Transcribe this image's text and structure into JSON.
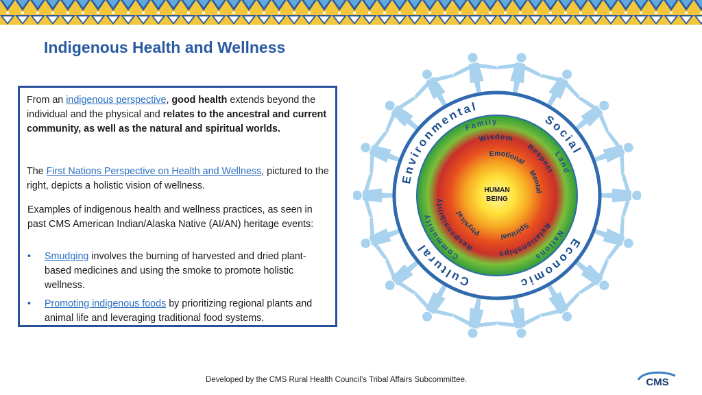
{
  "slide": {
    "title": "Indigenous Health and Wellness",
    "footer": "Developed by the CMS Rural Health Council’s Tribal Affairs Subcommittee.",
    "logo_text": "CMS",
    "colors": {
      "title": "#2a5aa0",
      "link": "#2b6fc2",
      "box_border": "#2c4f9a"
    }
  },
  "para1": {
    "t1": "From an ",
    "link": "indigenous perspective",
    "t2": ", ",
    "b1": "good health",
    "t3": " extends beyond the individual and the physical and ",
    "b2": "relates to the ancestral and current community, as well as the natural and spiritual worlds."
  },
  "para2": {
    "t1": "The ",
    "link": "First Nations Perspective on Health and Wellness",
    "t2": ", pictured to the right, depicts a holistic vision of wellness."
  },
  "para3": {
    "text": "Examples of indigenous health and wellness practices, as seen in past CMS American Indian/Alaska Native (AI/AN) heritage events:"
  },
  "bullets": [
    {
      "bullet": "•",
      "link": "Smudging",
      "text": " involves the burning of harvested and dried plant-based medicines and using the smoke to promote holistic wellness."
    },
    {
      "bullet": "•",
      "link": "Promoting indigenous foods",
      "text": " by prioritizing regional plants and animal life and leveraging traditional food systems."
    }
  ],
  "diagram": {
    "outer_ring": [
      "Environmental",
      "Social",
      "Economic",
      "Cultural"
    ],
    "middle_ring": [
      "Family",
      "Land",
      "Nations",
      "Community"
    ],
    "inner_ring": [
      "Wisdom",
      "Respect",
      "Relationships",
      "Responsibility"
    ],
    "core_ring": [
      "Emotional",
      "Mental",
      "Spiritual",
      "Physical"
    ],
    "center_line1": "HUMAN",
    "center_line2": "BEING"
  }
}
